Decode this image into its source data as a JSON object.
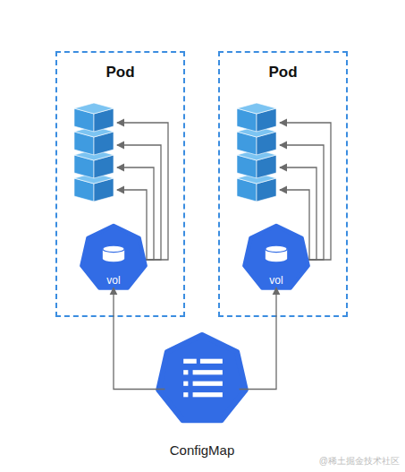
{
  "diagram": {
    "nodes": [
      {
        "text": [
          "Pod"
        ]
      },
      {
        "text": [
          "vol"
        ],
        "in": 0
      },
      {
        "text": [
          "Pod"
        ]
      },
      {
        "text": [
          "vol"
        ],
        "in": 2
      },
      {
        "text": [
          "ConfigMap"
        ]
      }
    ],
    "edges": [
      {
        "from": 4,
        "to": 1,
        "arrow": "to"
      },
      {
        "from": 4,
        "to": 3,
        "arrow": "to"
      }
    ],
    "labels": [
      "@稀土掘金技术社区"
    ]
  }
}
